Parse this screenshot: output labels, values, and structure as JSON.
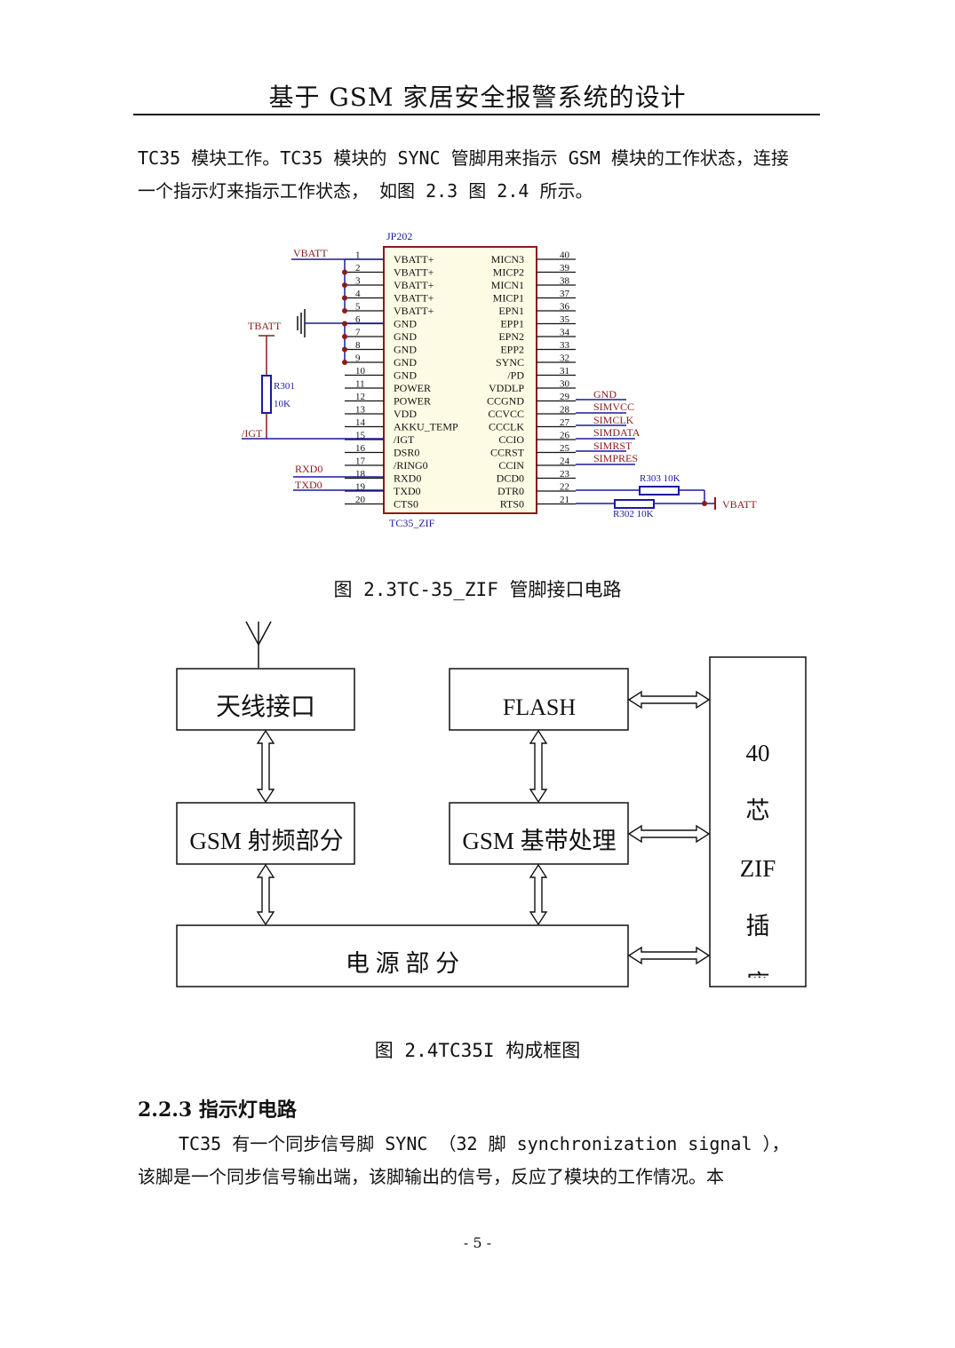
{
  "header": {
    "title": "基于 GSM 家居安全报警系统的设计"
  },
  "paragraph1": {
    "line1": "TC35 模块工作。TC35 模块的 SYNC 管脚用来指示 GSM 模块的工作状态，连接",
    "line2": "一个指示灯来指示工作状态， 如图 2.3 图 2.4 所示。"
  },
  "schematic": {
    "part_name": "JP202",
    "part_type": "TC35_ZIF",
    "left_pins": [
      {
        "num": "1",
        "name": "VBATT+"
      },
      {
        "num": "2",
        "name": "VBATT+"
      },
      {
        "num": "3",
        "name": "VBATT+"
      },
      {
        "num": "4",
        "name": "VBATT+"
      },
      {
        "num": "5",
        "name": "VBATT+"
      },
      {
        "num": "6",
        "name": "GND"
      },
      {
        "num": "7",
        "name": "GND"
      },
      {
        "num": "8",
        "name": "GND"
      },
      {
        "num": "9",
        "name": "GND"
      },
      {
        "num": "10",
        "name": "GND"
      },
      {
        "num": "11",
        "name": "POWER"
      },
      {
        "num": "12",
        "name": "POWER"
      },
      {
        "num": "13",
        "name": "VDD"
      },
      {
        "num": "14",
        "name": "AKKU_TEMP"
      },
      {
        "num": "15",
        "name": "/IGT"
      },
      {
        "num": "16",
        "name": "DSR0"
      },
      {
        "num": "17",
        "name": "/RING0"
      },
      {
        "num": "18",
        "name": "RXD0"
      },
      {
        "num": "19",
        "name": "TXD0"
      },
      {
        "num": "20",
        "name": "CTS0"
      }
    ],
    "right_pins": [
      {
        "num": "40",
        "name": "MICN3"
      },
      {
        "num": "39",
        "name": "MICP2"
      },
      {
        "num": "38",
        "name": "MICN1"
      },
      {
        "num": "37",
        "name": "MICP1"
      },
      {
        "num": "36",
        "name": "EPN1"
      },
      {
        "num": "35",
        "name": "EPP1"
      },
      {
        "num": "34",
        "name": "EPN2"
      },
      {
        "num": "33",
        "name": "EPP2"
      },
      {
        "num": "32",
        "name": "SYNC"
      },
      {
        "num": "31",
        "name": "/PD"
      },
      {
        "num": "30",
        "name": "VDDLP"
      },
      {
        "num": "29",
        "name": "CCGND"
      },
      {
        "num": "28",
        "name": "CCVCC"
      },
      {
        "num": "27",
        "name": "CCCLK"
      },
      {
        "num": "26",
        "name": "CCIO"
      },
      {
        "num": "25",
        "name": "CCRST"
      },
      {
        "num": "24",
        "name": "CCIN"
      },
      {
        "num": "23",
        "name": "DCD0"
      },
      {
        "num": "22",
        "name": "DTR0"
      },
      {
        "num": "21",
        "name": "RTS0"
      }
    ],
    "net_labels": {
      "vbatt": "VBATT",
      "tbatt": "TBATT",
      "igt": "/IGT",
      "rxd0": "RXD0",
      "txd0": "TXD0",
      "gnd": "GND",
      "simvcc": "SIMVCC",
      "simclk": "SIMCLK",
      "simdata": "SIMDATA",
      "simrst": "SIMRST",
      "simpres": "SIMPRES",
      "vbatt_right": "VBATT"
    },
    "resistors": {
      "r301_name": "R301",
      "r301_value": "10K",
      "r303": "R303 10K",
      "r302": "R302 10K"
    }
  },
  "figure1": {
    "caption": "图 2.3TC-35_ZIF 管脚接口电路"
  },
  "block_diagram": {
    "antenna_block": "天线接口",
    "flash_block": "FLASH",
    "rf_block": "GSM 射频部分",
    "baseband_block": "GSM 基带处理",
    "power_block": "电 源 部 分",
    "zif_chars": [
      "40",
      "芯",
      "ZIF",
      "插",
      "座"
    ]
  },
  "figure2": {
    "caption": "图 2.4TC35I 构成框图"
  },
  "section": {
    "heading": "2.2.3 指示灯电路"
  },
  "paragraph2": {
    "line1": "TC35 有一个同步信号脚 SYNC （32 脚 synchronization signal ），",
    "line2": "该脚是一个同步信号输出端，该脚输出的信号，反应了模块的工作情况。本"
  },
  "footer": {
    "page_number": "- 5 -"
  },
  "colors": {
    "net_label": "#8b1a1a",
    "wire": "#1a1a9e",
    "chip_fill": "#fdfbe4",
    "chip_border": "#8b1a1a",
    "ink": "#111111"
  }
}
